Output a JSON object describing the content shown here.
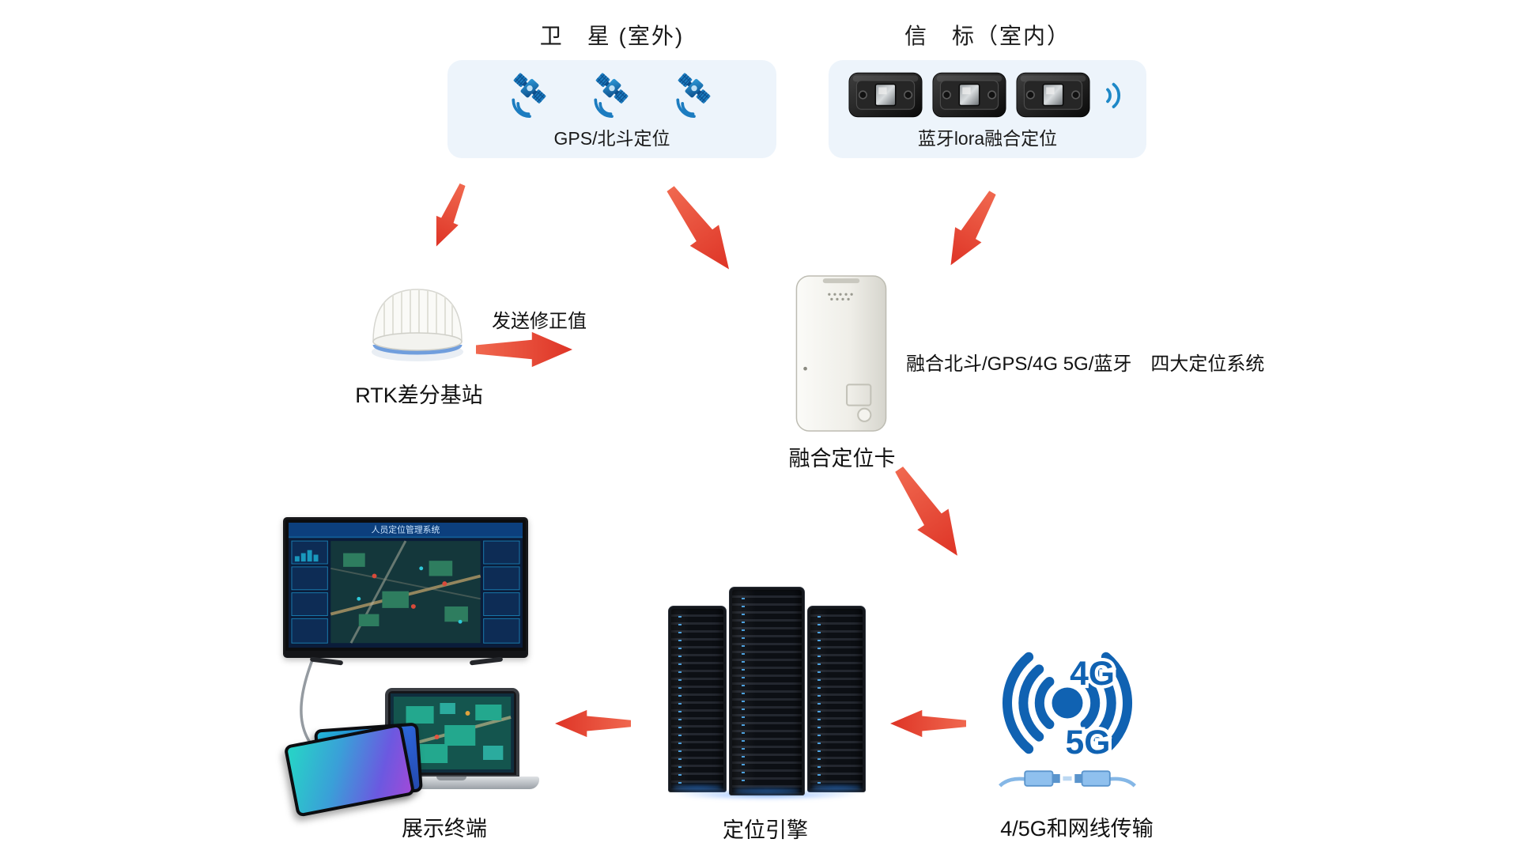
{
  "satellite_group": {
    "title": "卫　星 (室外)",
    "caption": "GPS/北斗定位",
    "icon": "satellite-icon",
    "icon_count": 3
  },
  "beacon_group": {
    "title": "信　标（室内）",
    "caption": "蓝牙lora融合定位",
    "icon": "beacon-icon",
    "icon_count": 3,
    "signal_icon": "signal-waves-icon"
  },
  "rtk_station": {
    "figure": "rtk-dome-icon",
    "label": "RTK差分基站",
    "correction_label": "发送修正值"
  },
  "fusion_card": {
    "figure": "fusion-card-icon",
    "label": "融合定位卡",
    "description": "融合北斗/GPS/4G 5G/蓝牙　四大定位系统"
  },
  "network": {
    "figure": "4g-5g-wireless-icon",
    "badge_4g": "4G",
    "badge_5g": "5G",
    "label": "4/5G和网线传输"
  },
  "engine": {
    "figure": "server-rack-icon",
    "label": "定位引擎"
  },
  "terminal": {
    "figure": "monitor-laptop-tablet-icons",
    "screen_title": "人员定位管理系统",
    "label": "展示终端"
  },
  "colors": {
    "arrow_red": "#e8463a",
    "panel_blue": "#edf4fb",
    "device_blue": "#1062b2",
    "background": "#ffffff"
  }
}
